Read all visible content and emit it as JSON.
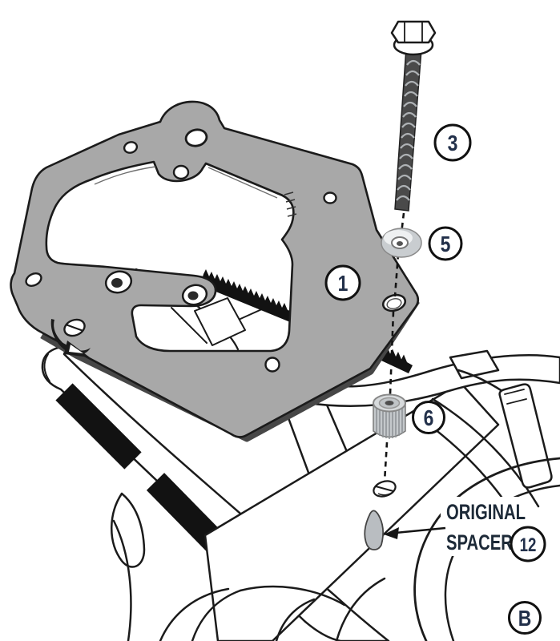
{
  "figure": {
    "description": "Exploded assembly diagram of a luggage rack mounting plate on a motorcycle rear frame",
    "background_color": "#ffffff",
    "line_color": "#1a1a1a",
    "plate_color": "#a8a8a8",
    "metal_color": "#c9cdd0",
    "bolt_shaft_color": "#4a4a4a",
    "label_color": "#22304a"
  },
  "callouts": {
    "plate": "1",
    "bolt": "3",
    "washer": "5",
    "spacer": "6",
    "original_spacer": "12",
    "view": "B"
  },
  "annotation": {
    "line1": "ORIGINAL",
    "line2": "SPACER"
  }
}
